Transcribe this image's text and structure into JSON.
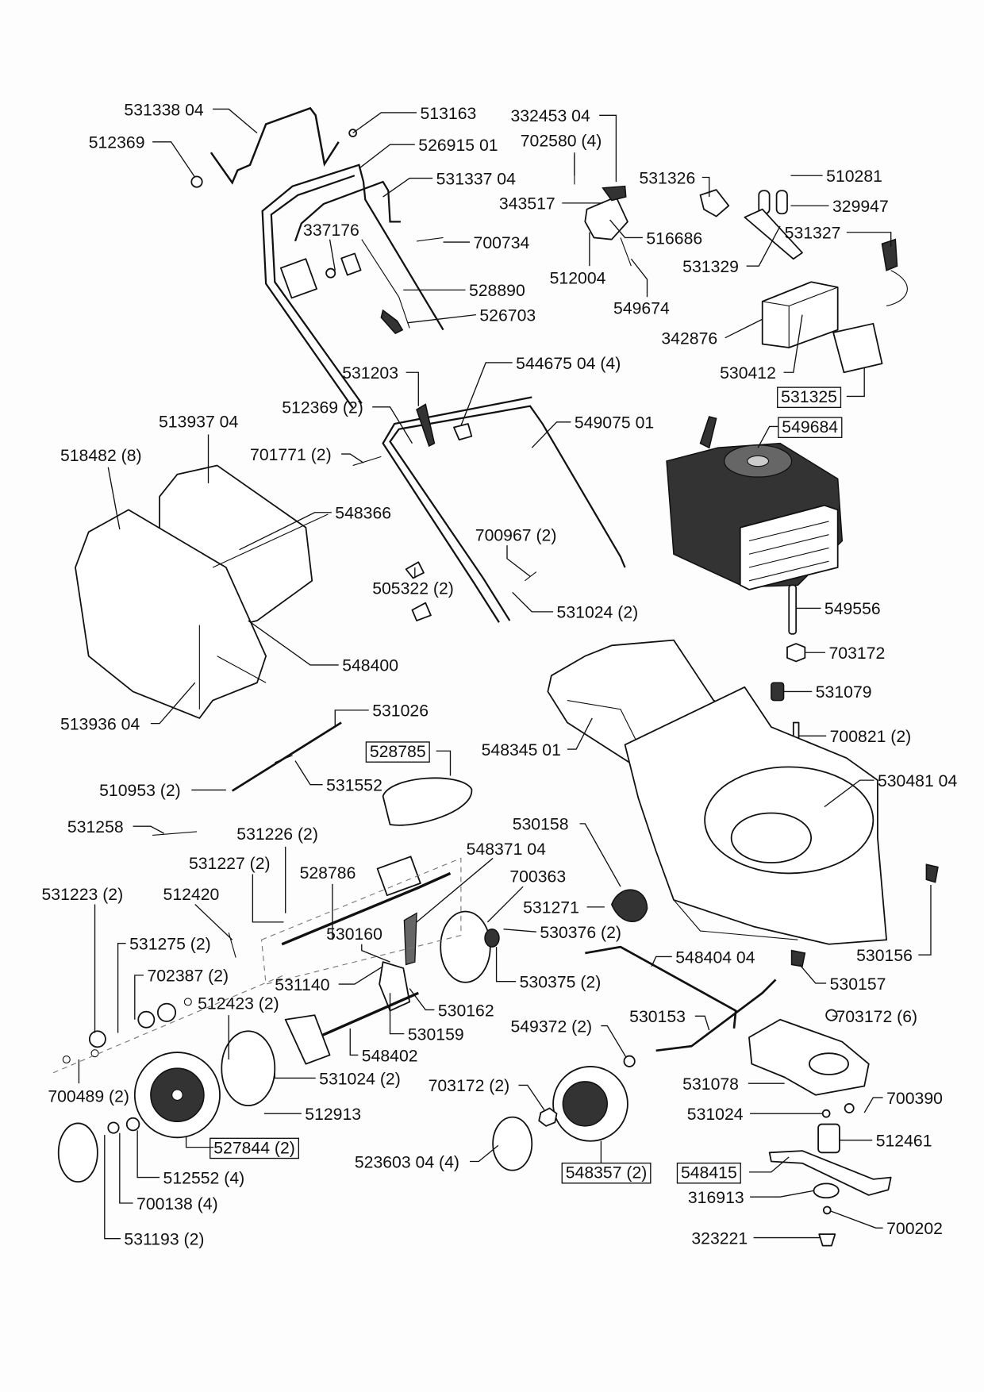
{
  "diagram": {
    "labels": [
      {
        "text": "531338 04"
      },
      {
        "text": "512369"
      },
      {
        "text": "513163"
      },
      {
        "text": "526915 01"
      },
      {
        "text": "531337 04"
      },
      {
        "text": "337176"
      },
      {
        "text": "700734"
      },
      {
        "text": "528890"
      },
      {
        "text": "526703"
      },
      {
        "text": "332453 04"
      },
      {
        "text": "702580 (4)"
      },
      {
        "text": "343517"
      },
      {
        "text": "531326"
      },
      {
        "text": "510281"
      },
      {
        "text": "329947"
      },
      {
        "text": "531327"
      },
      {
        "text": "516686"
      },
      {
        "text": "531329"
      },
      {
        "text": "512004"
      },
      {
        "text": "549674"
      },
      {
        "text": "342876"
      },
      {
        "text": "530412"
      },
      {
        "text": "531325",
        "boxed": true
      },
      {
        "text": "531203"
      },
      {
        "text": "544675 04 (4)"
      },
      {
        "text": "512369 (2)"
      },
      {
        "text": "549075 01"
      },
      {
        "text": "513937 04"
      },
      {
        "text": "549684",
        "boxed": true
      },
      {
        "text": "518482 (8)"
      },
      {
        "text": "701771 (2)"
      },
      {
        "text": "548366"
      },
      {
        "text": "700967 (2)"
      },
      {
        "text": "505322 (2)"
      },
      {
        "text": "531024 (2)"
      },
      {
        "text": "549556"
      },
      {
        "text": "548400"
      },
      {
        "text": "703172"
      },
      {
        "text": "531079"
      },
      {
        "text": "700821 (2)"
      },
      {
        "text": "513936 04"
      },
      {
        "text": "531026"
      },
      {
        "text": "528785",
        "boxed": true
      },
      {
        "text": "548345 01"
      },
      {
        "text": "530481 04"
      },
      {
        "text": "510953 (2)"
      },
      {
        "text": "531552"
      },
      {
        "text": "531258"
      },
      {
        "text": "531226 (2)"
      },
      {
        "text": "530158"
      },
      {
        "text": "548371 04"
      },
      {
        "text": "531227 (2)"
      },
      {
        "text": "528786"
      },
      {
        "text": "531223 (2)"
      },
      {
        "text": "512420"
      },
      {
        "text": "700363"
      },
      {
        "text": "531271"
      },
      {
        "text": "530376 (2)"
      },
      {
        "text": "531275 (2)"
      },
      {
        "text": "530160"
      },
      {
        "text": "548404 04"
      },
      {
        "text": "702387 (2)"
      },
      {
        "text": "531140"
      },
      {
        "text": "530157"
      },
      {
        "text": "530375 (2)"
      },
      {
        "text": "512423 (2)"
      },
      {
        "text": "530162"
      },
      {
        "text": "703172 (6)"
      },
      {
        "text": "530153"
      },
      {
        "text": "530159"
      },
      {
        "text": "549372 (2)"
      },
      {
        "text": "548402"
      },
      {
        "text": "700489 (2)"
      },
      {
        "text": "531024 (2)"
      },
      {
        "text": "531078"
      },
      {
        "text": "700390"
      },
      {
        "text": "531024"
      },
      {
        "text": "512913"
      },
      {
        "text": "512461"
      },
      {
        "text": "527844 (2)",
        "boxed": true
      },
      {
        "text": "703172 (2)"
      },
      {
        "text": "523603 04 (4)"
      },
      {
        "text": "548357 (2)",
        "boxed": true
      },
      {
        "text": "548415",
        "boxed": true
      },
      {
        "text": "316913"
      },
      {
        "text": "700202"
      },
      {
        "text": "323221"
      },
      {
        "text": "512552 (4)"
      },
      {
        "text": "700138 (4)"
      },
      {
        "text": "531193 (2)"
      },
      {
        "text": "530156"
      }
    ]
  }
}
